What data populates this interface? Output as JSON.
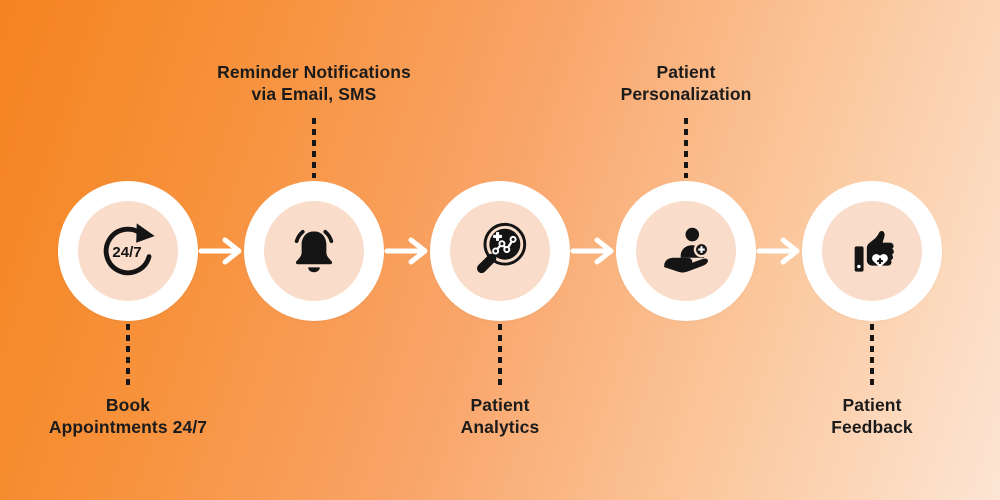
{
  "diagram": {
    "name": "patient-journey-flow",
    "background": {
      "gradient_from": "#f5831f",
      "gradient_to": "#fce5d4"
    },
    "colors": {
      "circle_outer": "#ffffff",
      "circle_inner": "#f9ddca",
      "icon": "#141414",
      "label_text": "#1b1b1b",
      "arrow": "#ffffff",
      "connector": "#161616"
    },
    "steps": [
      {
        "icon": "clock-24-7-icon",
        "badge": "24/7",
        "label_line1": "Book",
        "label_line2": "Appointments 24/7",
        "label_position": "below"
      },
      {
        "icon": "bell-icon",
        "label_line1": "Reminder Notifications",
        "label_line2": "via Email, SMS",
        "label_position": "above"
      },
      {
        "icon": "analytics-magnifier-icon",
        "label_line1": "Patient",
        "label_line2": "Analytics",
        "label_position": "below"
      },
      {
        "icon": "hand-person-plus-icon",
        "label_line1": "Patient",
        "label_line2": "Personalization",
        "label_position": "above"
      },
      {
        "icon": "thumbs-up-heart-icon",
        "label_line1": "Patient",
        "label_line2": "Feedback",
        "label_position": "below"
      }
    ]
  }
}
